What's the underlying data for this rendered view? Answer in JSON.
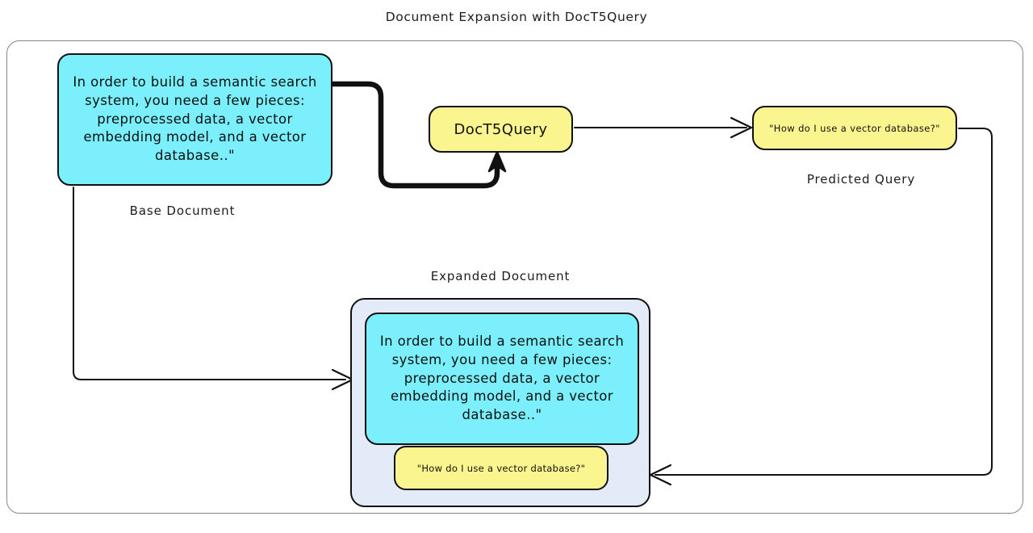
{
  "title": "Document Expansion with DocT5Query",
  "colors": {
    "document_fill": "#7BEFFB",
    "query_fill": "#FAF58E",
    "expanded_container_fill": "#E4EBF8",
    "stroke": "#111111",
    "frame_stroke": "#868686",
    "background": "#FFFFFF"
  },
  "nodes": {
    "base_document": {
      "text": "In order to build a semantic search system, you need a few pieces: preprocessed data, a vector embedding model, and a vector database..\"",
      "caption": "Base Document"
    },
    "model": {
      "label": "DocT5Query"
    },
    "predicted_query": {
      "text": "\"How do I use a vector database?\"",
      "caption": "Predicted Query"
    },
    "expanded_document": {
      "caption": "Expanded Document",
      "body_text": "In order to build a semantic search system, you need a few pieces: preprocessed data, a vector embedding model, and a vector database..\"",
      "appended_query": "\"How do I use a vector database?\""
    }
  },
  "connectors": [
    {
      "name": "base-document-to-model",
      "from": "base_document",
      "to": "model",
      "style": "thick",
      "arrowhead": "filled"
    },
    {
      "name": "model-to-predicted-query",
      "from": "model",
      "to": "predicted_query",
      "style": "thin",
      "arrowhead": "open"
    },
    {
      "name": "base-document-to-expanded-document",
      "from": "base_document",
      "to": "expanded_document",
      "style": "thin",
      "arrowhead": "open"
    },
    {
      "name": "predicted-query-to-expanded-document",
      "from": "predicted_query",
      "to": "expanded_document",
      "style": "thin",
      "arrowhead": "open"
    }
  ]
}
